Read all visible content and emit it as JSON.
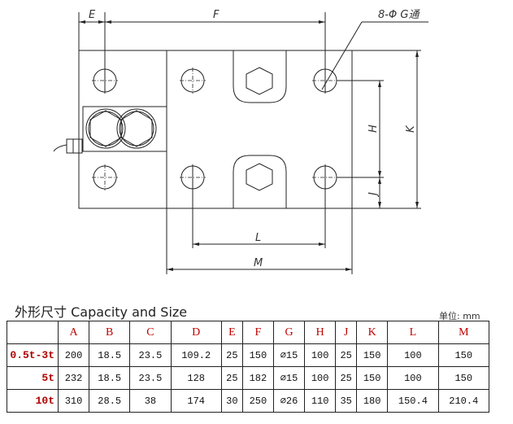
{
  "drawing": {
    "dimension_labels": {
      "E": "E",
      "F": "F",
      "H": "H",
      "J": "J",
      "K": "K",
      "L": "L",
      "M": "M"
    },
    "hole_callout": "8-Φ G通"
  },
  "table": {
    "title": "外形尺寸  Capacity and Size",
    "unit": "单位: mm",
    "headers": [
      "",
      "A",
      "B",
      "C",
      "D",
      "E",
      "F",
      "G",
      "H",
      "J",
      "K",
      "L",
      "M"
    ],
    "rows": [
      {
        "label": "0.5t-3t",
        "values": [
          "200",
          "18.5",
          "23.5",
          "109.2",
          "25",
          "150",
          "∅15",
          "100",
          "25",
          "150",
          "100",
          "150"
        ]
      },
      {
        "label": "5t",
        "values": [
          "232",
          "18.5",
          "23.5",
          "128",
          "25",
          "182",
          "∅15",
          "100",
          "25",
          "150",
          "100",
          "150"
        ]
      },
      {
        "label": "10t",
        "values": [
          "310",
          "28.5",
          "38",
          "174",
          "30",
          "250",
          "∅26",
          "110",
          "35",
          "180",
          "150.4",
          "210.4"
        ]
      }
    ]
  }
}
